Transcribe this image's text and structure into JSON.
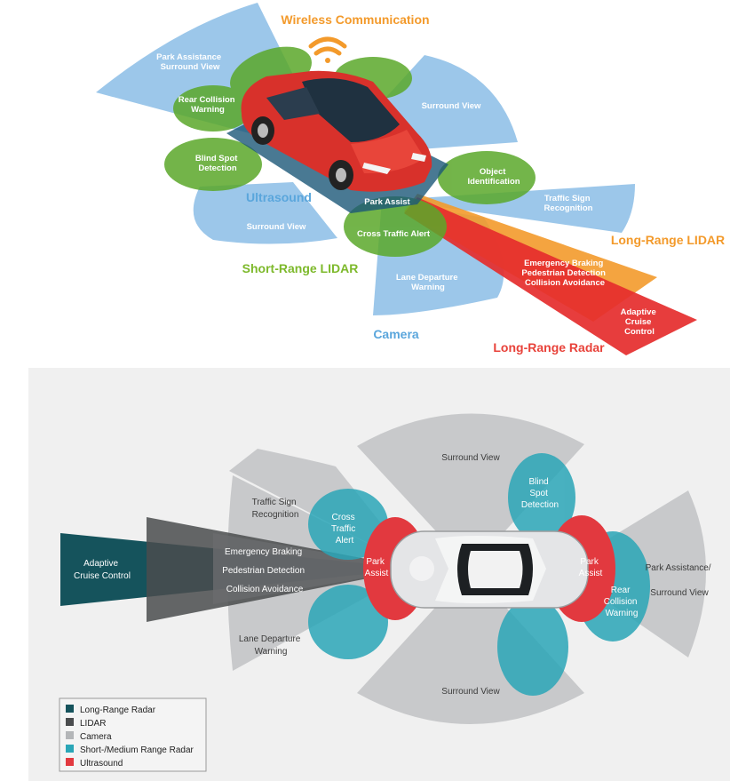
{
  "colors": {
    "orange": "#f39a2b",
    "blue_label": "#5aa6dc",
    "green_label": "#7db92b",
    "red_label": "#e8423a",
    "camera_blue": "#9cc7ea",
    "green_zone": "#5ba82a",
    "radar_red": "#e52d2d",
    "lidar_orange": "#f39a2b",
    "long_range_radar_teal": "#15535c",
    "lidar_gray": "#4a4c4e",
    "camera_gray": "#b4b6b8",
    "short_medium_radar_teal": "#2aa6b7",
    "ultrasound_red": "#e2393f"
  },
  "top": {
    "categories": {
      "wireless": "Wireless Communication",
      "ultrasound": "Ultrasound",
      "short_range_lidar": "Short-Range LIDAR",
      "camera": "Camera",
      "long_range_lidar": "Long-Range LIDAR",
      "long_range_radar": "Long-Range Radar"
    },
    "labels": {
      "park_assistance": [
        "Park Assistance",
        "Surround View"
      ],
      "rear_collision": [
        "Rear Collision",
        "Warning"
      ],
      "blind_spot": [
        "Blind Spot",
        "Detection"
      ],
      "surround_view_right": "Surround View",
      "surround_view_left": "Surround View",
      "object_identification": [
        "Object",
        "Identification"
      ],
      "traffic_sign": [
        "Traffic Sign",
        "Recognition"
      ],
      "park_assist": "Park Assist",
      "cross_traffic": "Cross Traffic Alert",
      "lane_departure": [
        "Lane Departure",
        "Warning"
      ],
      "emergency": [
        "Emergency Braking",
        "Pedestrian Detection",
        "Collision Avoidance"
      ],
      "adaptive_cruise": [
        "Adaptive",
        "Cruise",
        "Control"
      ]
    }
  },
  "bottom": {
    "labels": {
      "surround_view_top": "Surround View",
      "surround_view_bottom": "Surround View",
      "blind_spot": [
        "Blind",
        "Spot",
        "Detection"
      ],
      "traffic_sign": [
        "Traffic Sign",
        "Recognition"
      ],
      "cross_traffic": [
        "Cross",
        "Traffic",
        "Alert"
      ],
      "adaptive_cruise": [
        "Adaptive",
        "Cruise Control"
      ],
      "emergency": [
        "Emergency Braking",
        "Pedestrian Detection",
        "Collision Avoidance"
      ],
      "park_assist_front": [
        "Park",
        "Assist"
      ],
      "park_assist_rear": [
        "Park",
        "Assist"
      ],
      "park_assistance": [
        "Park Assistance/",
        "Surround View"
      ],
      "rear_collision": [
        "Rear",
        "Collision",
        "Warning"
      ],
      "lane_departure": [
        "Lane Departure",
        "Warning"
      ]
    },
    "legend": [
      {
        "label": "Long-Range Radar",
        "color": "#15535c"
      },
      {
        "label": "LIDAR",
        "color": "#4a4c4e"
      },
      {
        "label": "Camera",
        "color": "#b4b6b8"
      },
      {
        "label": "Short-/Medium Range Radar",
        "color": "#2aa6b7"
      },
      {
        "label": "Ultrasound",
        "color": "#e2393f"
      }
    ]
  }
}
